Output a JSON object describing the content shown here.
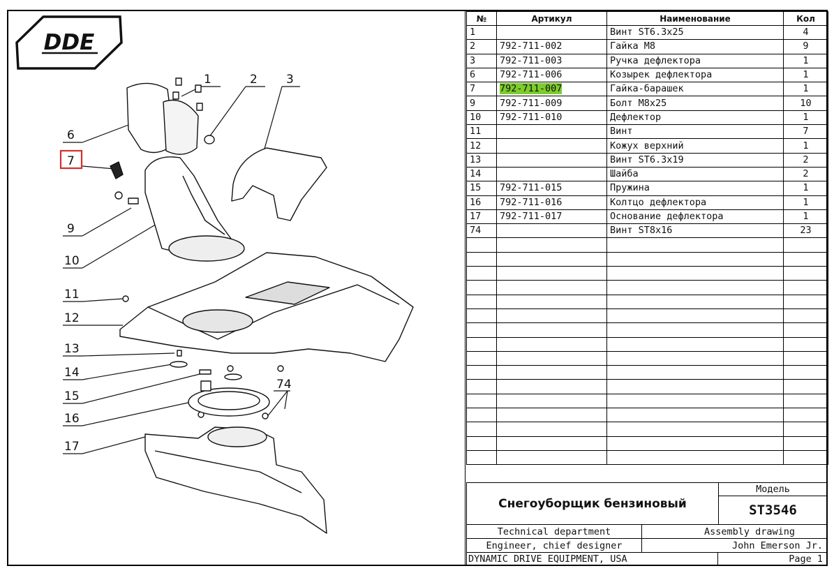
{
  "brand": {
    "logo_text": "DDE"
  },
  "callouts": [
    "1",
    "2",
    "3",
    "6",
    "7",
    "9",
    "10",
    "11",
    "12",
    "13",
    "14",
    "15",
    "16",
    "17",
    "74"
  ],
  "parts_table": {
    "headers": {
      "num": "№",
      "article": "Артикул",
      "name": "Наименование",
      "qty": "Кол"
    },
    "rows": [
      {
        "num": "1",
        "article": "",
        "name": "Винт ST6.3x25",
        "qty": "4"
      },
      {
        "num": "2",
        "article": "792-711-002",
        "name": "Гайка М8",
        "qty": "9"
      },
      {
        "num": "3",
        "article": "792-711-003",
        "name": "Ручка дефлектора",
        "qty": "1"
      },
      {
        "num": "6",
        "article": "792-711-006",
        "name": "Козырек дефлектора",
        "qty": "1"
      },
      {
        "num": "7",
        "article": "792-711-007",
        "name": "Гайка-барашек",
        "qty": "1",
        "highlight": true
      },
      {
        "num": "9",
        "article": "792-711-009",
        "name": "Болт М8x25",
        "qty": "10"
      },
      {
        "num": "10",
        "article": "792-711-010",
        "name": "Дефлектор",
        "qty": "1"
      },
      {
        "num": "11",
        "article": "",
        "name": "Винт",
        "qty": "7"
      },
      {
        "num": "12",
        "article": "",
        "name": "Кожух верхний",
        "qty": "1"
      },
      {
        "num": "13",
        "article": "",
        "name": "Винт ST6.3x19",
        "qty": "2"
      },
      {
        "num": "14",
        "article": "",
        "name": "Шайба",
        "qty": "2"
      },
      {
        "num": "15",
        "article": "792-711-015",
        "name": "Пружина",
        "qty": "1"
      },
      {
        "num": "16",
        "article": "792-711-016",
        "name": "Колтцо дефлектора",
        "qty": "1"
      },
      {
        "num": "17",
        "article": "792-711-017",
        "name": "Основание дефлектора",
        "qty": "1"
      },
      {
        "num": "74",
        "article": "",
        "name": "Винт ST8x16",
        "qty": "23"
      }
    ],
    "empty_rows": 16
  },
  "title_block": {
    "product_name": "Снегоуборщик бензиновый",
    "model_label": "Модель",
    "model": "ST3546",
    "department": "Technical department",
    "drawing_type": "Assembly drawing",
    "role": "Engineer, chief designer",
    "engineer": "John Emerson Jr.",
    "company": "DYNAMIC DRIVE EQUIPMENT, USA",
    "page": "Page 1"
  },
  "colors": {
    "highlight": "#7ccd2c",
    "callout_box": "#d32f2f"
  }
}
